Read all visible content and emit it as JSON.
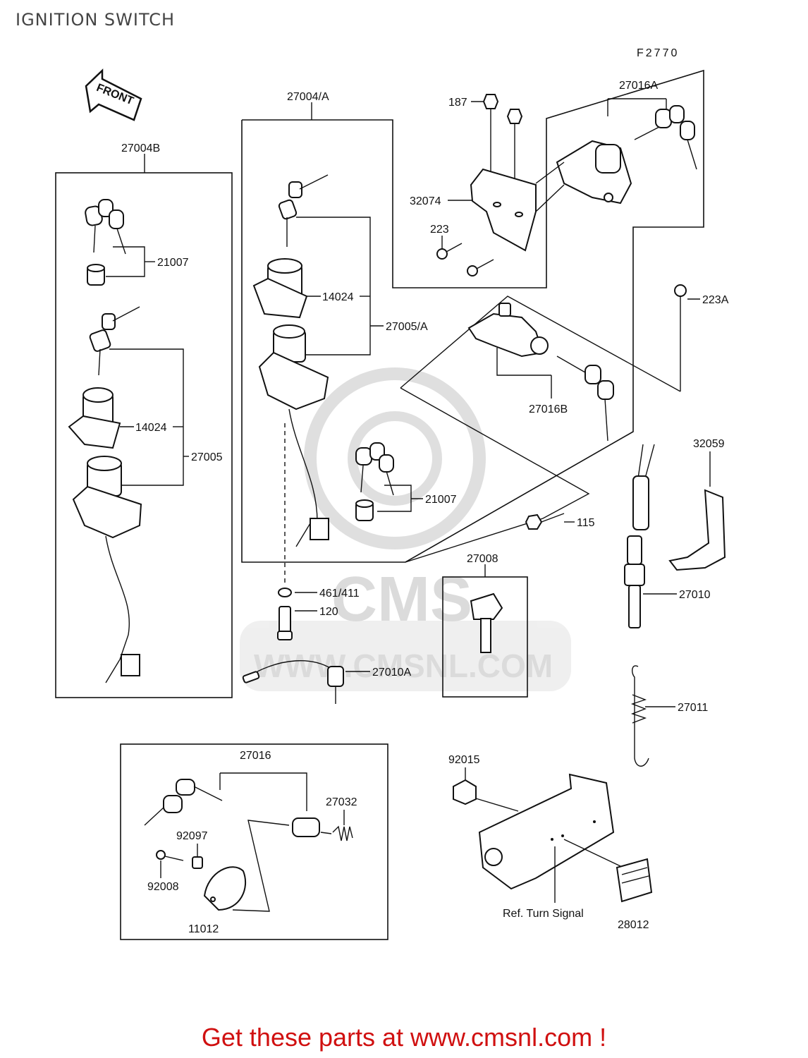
{
  "title": "IGNITION SWITCH",
  "figure_code": "F2770",
  "front_arrow": "FRONT",
  "watermark": {
    "logo": "CMS",
    "url": "WWW.CMSNL.COM"
  },
  "footer": "Get these parts at www.cmsnl.com !",
  "reference_note": "Ref. Turn Signal",
  "parts": {
    "p27004b": "27004B",
    "p27004a": "27004/A",
    "p27016a": "27016A",
    "p187": "187",
    "p32074": "32074",
    "p223": "223",
    "p223a": "223A",
    "p21007_left": "21007",
    "p14024_mid": "14024",
    "p27005a": "27005/A",
    "p14024_left": "14024",
    "p27005": "27005",
    "p27016b": "27016B",
    "p32059": "32059",
    "p21007_mid": "21007",
    "p115": "115",
    "p461_411": "461/411",
    "p120": "120",
    "p27008": "27008",
    "p27010": "27010",
    "p27010a": "27010A",
    "p27011": "27011",
    "p27016": "27016",
    "p27032": "27032",
    "p92097": "92097",
    "p92008": "92008",
    "p11012": "11012",
    "p92015": "92015",
    "p28012": "28012"
  }
}
